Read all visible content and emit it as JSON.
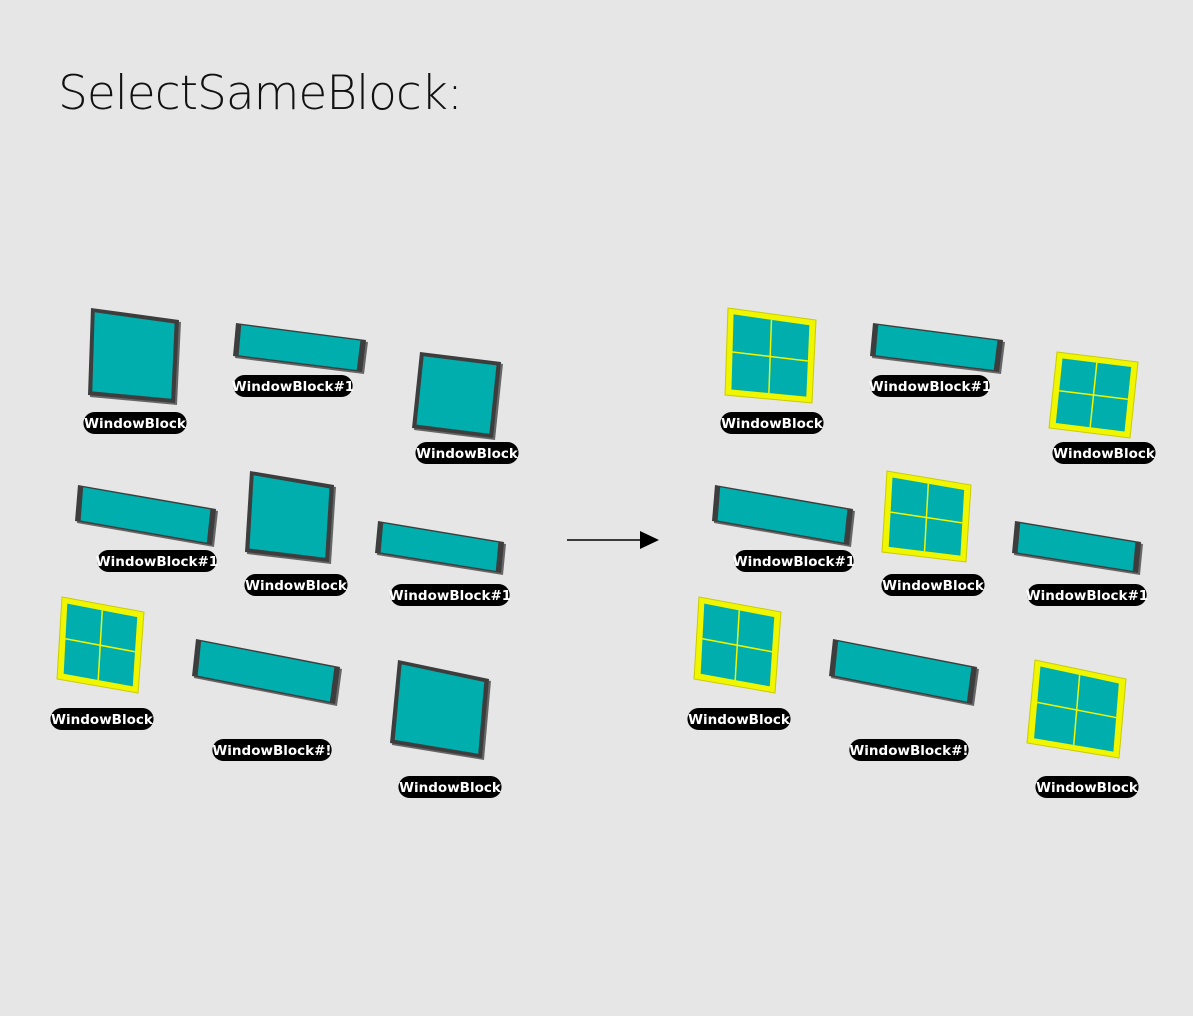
{
  "title": "SelectSameBlock:",
  "colors": {
    "background": "#e6e6e6",
    "pane": "#00aeae",
    "frame": "#3d3d3d",
    "frame_edge": "#666666",
    "selection": "#f0f500",
    "label_bg": "#000000",
    "label_text": "#ffffff"
  },
  "arrow": {
    "icon": "right-arrow-icon"
  },
  "panels": {
    "before": {
      "labels": {
        "b1": "WindowBlock",
        "b2": "WindowBlock#1",
        "b3": "WindowBlock",
        "b4": "WindowBlock#1",
        "b5": "WindowBlock",
        "b6": "WindowBlock#1",
        "b7": "WindowBlock",
        "b8": "WindowBlock#!",
        "b9": "WindowBlock"
      },
      "selected": [
        "b7"
      ]
    },
    "after": {
      "labels": {
        "b1": "WindowBlock",
        "b2": "WindowBlock#1",
        "b3": "WindowBlock",
        "b4": "WindowBlock#1",
        "b5": "WindowBlock",
        "b6": "WindowBlock#1",
        "b7": "WindowBlock",
        "b8": "WindowBlock#!",
        "b9": "WindowBlock"
      },
      "selected": [
        "b1",
        "b3",
        "b5",
        "b7",
        "b9"
      ]
    }
  }
}
